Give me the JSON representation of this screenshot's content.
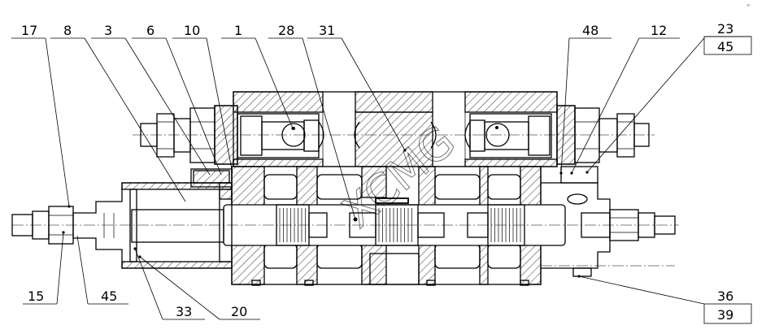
{
  "callouts_top": [
    "17",
    "8",
    "3",
    "6",
    "10",
    "1",
    "28",
    "31",
    "48",
    "12",
    "23",
    "45"
  ],
  "callouts_bottom": [
    "15",
    "45",
    "33",
    "20",
    "36",
    "39"
  ],
  "watermark": "XCMG",
  "corner_mark": "≡·"
}
